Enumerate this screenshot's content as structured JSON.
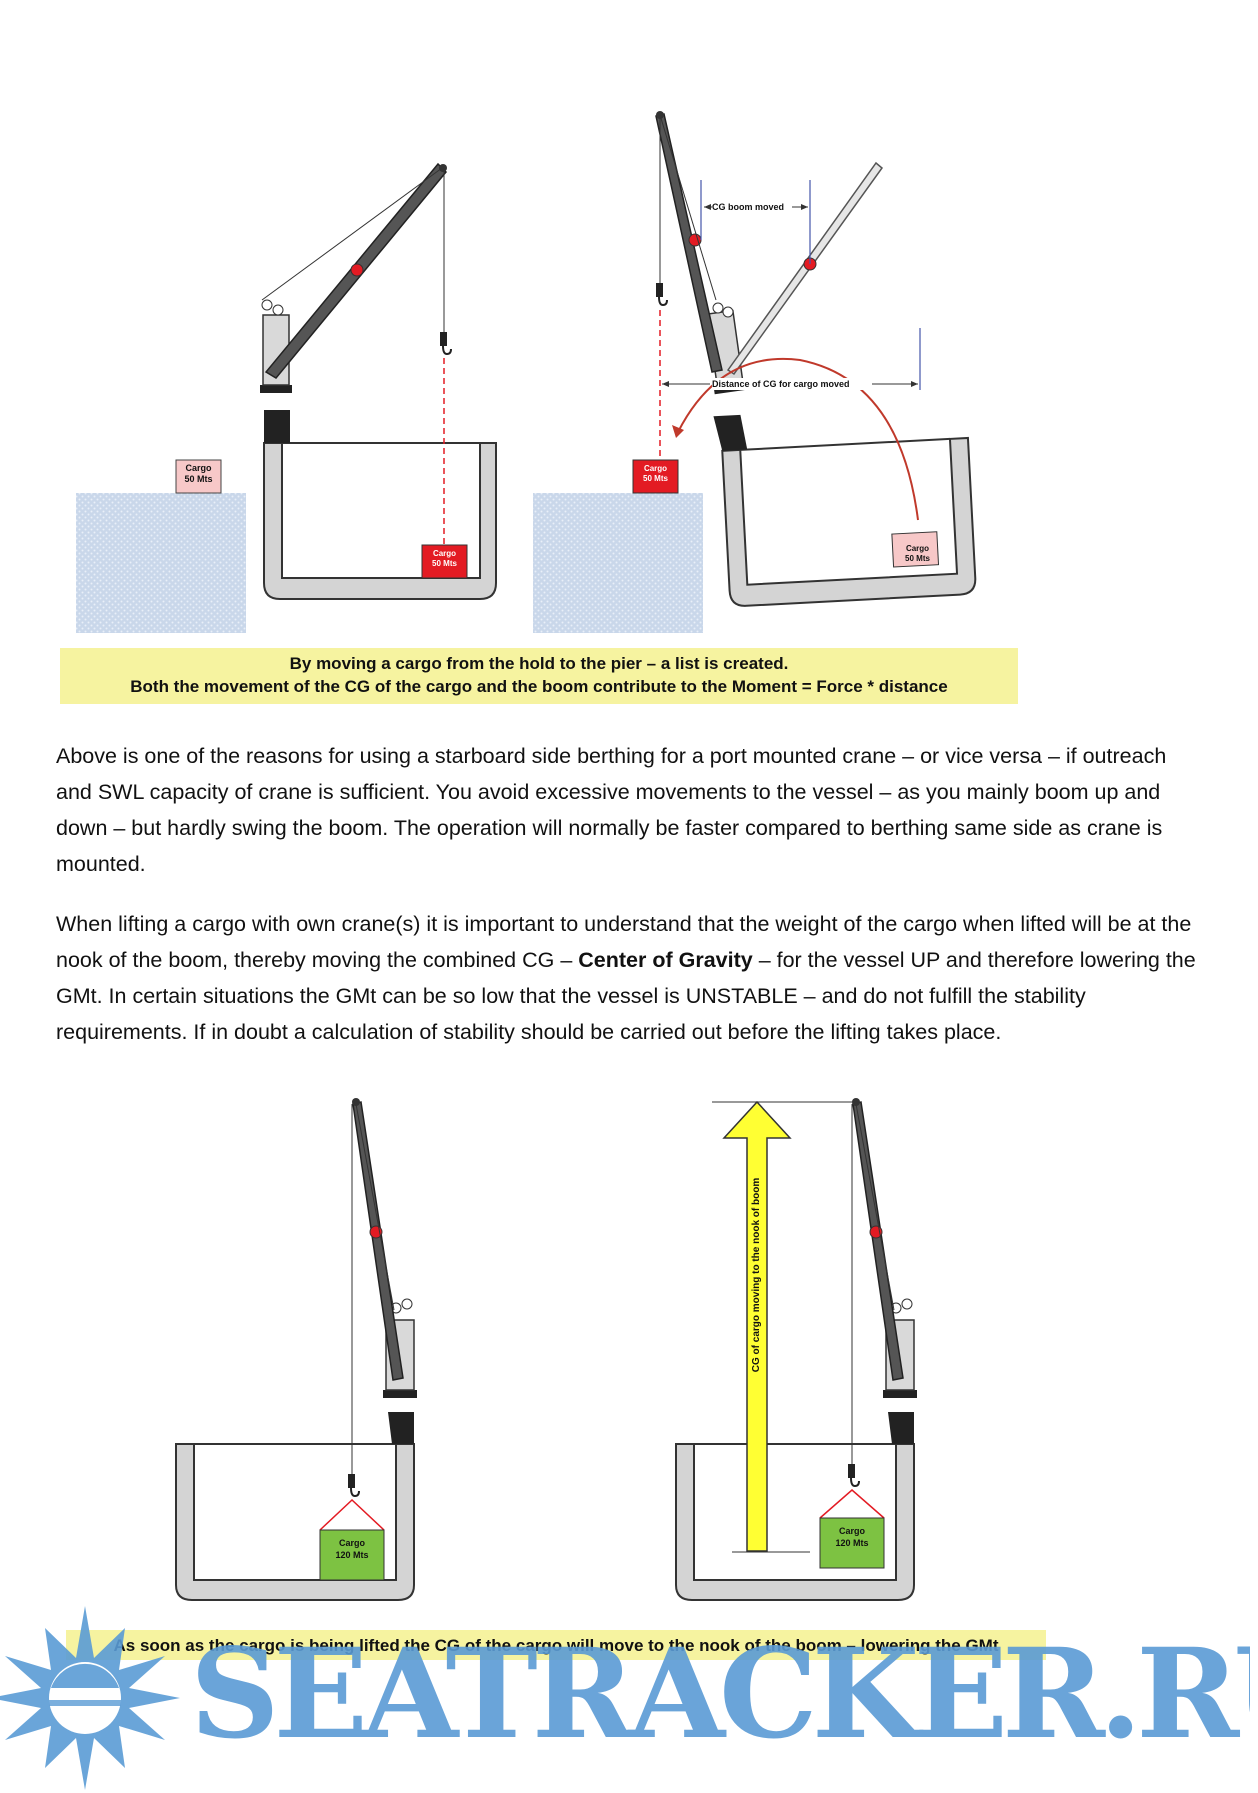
{
  "figure1": {
    "left": {
      "pier_cargo": "Cargo\n50 Mts",
      "hold_cargo": "Cargo\n50 Mts"
    },
    "right": {
      "pier_cargo": "Cargo\n50 Mts",
      "hold_cargo": "Cargo\n50 Mts",
      "label_cg_boom": "CG boom moved",
      "label_distance": "Distance of CG for cargo moved"
    },
    "caption_line1": "By moving a cargo from the hold to the pier – a list is created.",
    "caption_line2": "Both the movement of the CG of the cargo and the boom contribute to the Moment  = Force * distance"
  },
  "paragraph1": "Above is one of the reasons for using a starboard side berthing for a port mounted crane – or vice versa – if outreach and SWL capacity of crane is sufficient.  You avoid excessive movements to the vessel – as you mainly boom up and down – but hardly swing the boom. The operation will normally be faster compared to berthing same side as crane is mounted.",
  "paragraph2": {
    "before": "When lifting a cargo with own crane(s) it is important to understand that the weight of the cargo when lifted will be at the nook of the boom, thereby moving the combined CG – ",
    "bold": "Center of Gravity",
    "after": " – for the vessel UP and therefore lowering the GMt. In certain situations the GMt can be so low that the vessel is UNSTABLE – and do not fulfill the stability requirements. If in doubt a calculation of stability should be carried out before the lifting takes place."
  },
  "figure2": {
    "left_cargo": "Cargo\n120 Mts",
    "right_cargo": "Cargo\n120 Mts",
    "arrow_label": "CG of cargo moving to the nook of boom",
    "caption": "As soon as the cargo is being lifted the CG of the cargo will move to the nook of the boom – lowering the GMt"
  },
  "watermark": "SEATRACKER.RU",
  "colors": {
    "caption_bg": "#f6f3a0",
    "cargo_red": "#e31b23",
    "cargo_pink": "#f7c8c8",
    "cargo_green": "#7dc242",
    "arrow_yellow": "#ffff33",
    "watermark_blue": "#5a9bd5"
  }
}
